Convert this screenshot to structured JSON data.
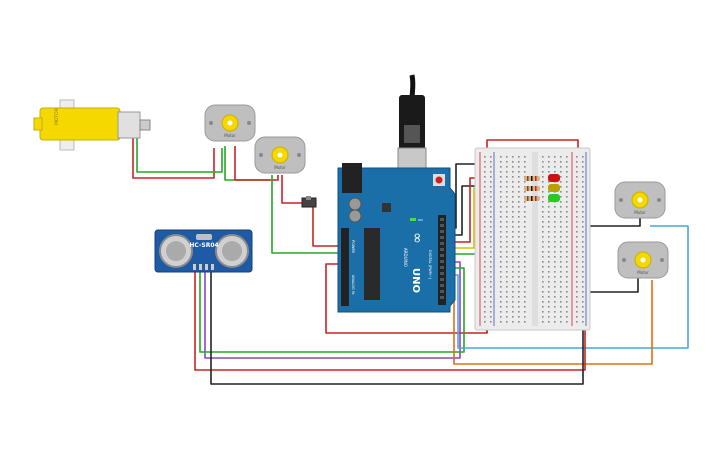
{
  "gear_motor": {
    "label": "MOTOR"
  },
  "dc_motors": [
    {
      "label": "Motor"
    },
    {
      "label": "Motor"
    },
    {
      "label": "Motor"
    },
    {
      "label": "Motor"
    }
  ],
  "ultrasonic": {
    "label": "HC-SR04"
  },
  "arduino": {
    "board": "UNO",
    "brand": "ARDUINO",
    "digital_header": "DIGITAL (PWM~)",
    "power_header": "POWER",
    "analog_header": "ANALOG IN",
    "on_label": "ON",
    "logo": "∞"
  },
  "leds": [
    {
      "color": "red",
      "hex": "#cc1111"
    },
    {
      "color": "yellow",
      "hex": "#b8a000"
    },
    {
      "color": "green",
      "hex": "#22cc22"
    }
  ],
  "wire_colors": {
    "red": "#cc2222",
    "green": "#22aa22",
    "black": "#222222",
    "yellow": "#d8c000",
    "purple": "#8844cc",
    "orange": "#e07010",
    "cyan": "#44aadd",
    "blue": "#2244aa"
  }
}
